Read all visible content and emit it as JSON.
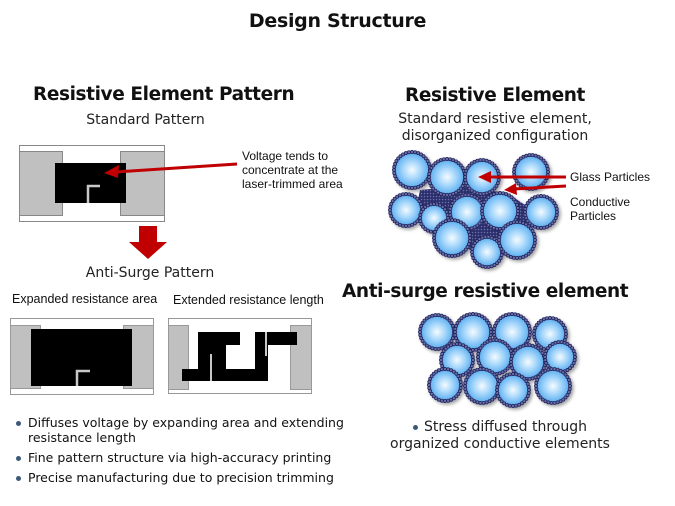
{
  "title": "Design Structure",
  "left": {
    "heading": "Resistive Element Pattern",
    "standard_label": "Standard Pattern",
    "callout": [
      "Voltage tends to",
      "concentrate at the",
      "laser-trimmed area"
    ],
    "anti_surge_label": "Anti-Surge Pattern",
    "expanded_caption": "Expanded resistance area",
    "extended_caption": "Extended resistance length",
    "bullets": [
      "Diffuses voltage by expanding area and extending resistance length",
      "Fine pattern structure via high-accuracy printing",
      "Precise manufacturing due to precision trimming"
    ]
  },
  "right": {
    "heading": "Resistive Element",
    "standard_desc": [
      "Standard resistive element,",
      "disorganized configuration"
    ],
    "label_glass": "Glass Particles",
    "label_conductive": [
      "Conductive",
      "Particles"
    ],
    "anti_surge_heading": "Anti-surge resistive element",
    "bullet": [
      "Stress diffused  through",
      "organized conductive elements"
    ]
  },
  "colors": {
    "accent_red": "#c00000",
    "pad_gray": "#c0c0c0",
    "element_black": "#000000",
    "particle_light": "#eaf6ff",
    "particle_dark": "#4ea7ee",
    "bead": "#2b2f6c",
    "bullet": "#3c5a78"
  }
}
